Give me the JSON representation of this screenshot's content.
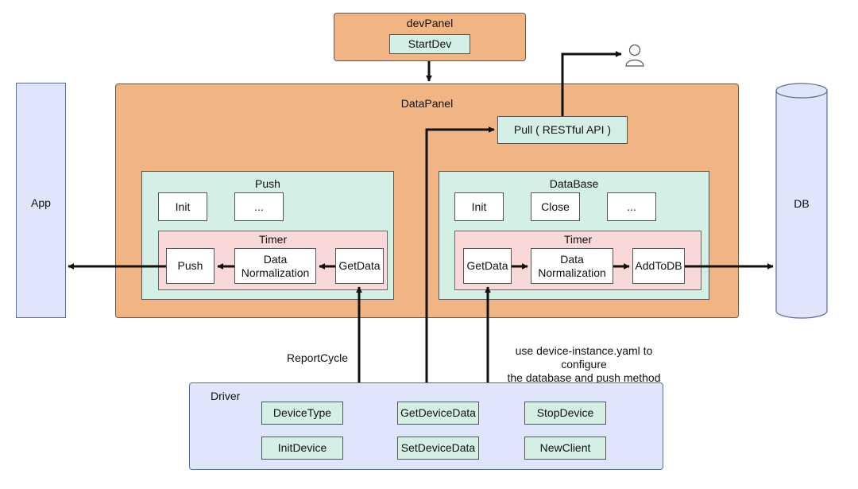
{
  "dev_panel": {
    "title": "devPanel",
    "start_dev": "StartDev"
  },
  "user_icon": "user-icon",
  "data_panel": {
    "title": "DataPanel",
    "pull": "Pull ( RESTful API )"
  },
  "app": {
    "label": "App"
  },
  "db": {
    "label": "DB"
  },
  "push": {
    "title": "Push",
    "init": "Init",
    "more": "...",
    "timer": {
      "title": "Timer",
      "push": "Push",
      "normalize_line1": "Data",
      "normalize_line2": "Normalization",
      "get_data": "GetData"
    }
  },
  "database": {
    "title": "DataBase",
    "init": "Init",
    "close": "Close",
    "more": "...",
    "timer": {
      "title": "Timer",
      "get_data": "GetData",
      "normalize_line1": "Data",
      "normalize_line2": "Normalization",
      "add_to_db": "AddToDB"
    }
  },
  "annotations": {
    "report_cycle": "ReportCycle",
    "config_line1": "use device-instance.yaml to configure",
    "config_line2": "the database and push method"
  },
  "driver": {
    "title": "Driver",
    "device_type": "DeviceType",
    "get_device_data": "GetDeviceData",
    "stop_device": "StopDevice",
    "init_device": "InitDevice",
    "set_device_data": "SetDeviceData",
    "new_client": "NewClient"
  },
  "colors": {
    "panel_orange": "#f0b582",
    "panel_green": "#d4efe4",
    "timer_pink": "#f8d8d8",
    "driver_blue": "#dfe6fb",
    "arrow": "#111111"
  }
}
